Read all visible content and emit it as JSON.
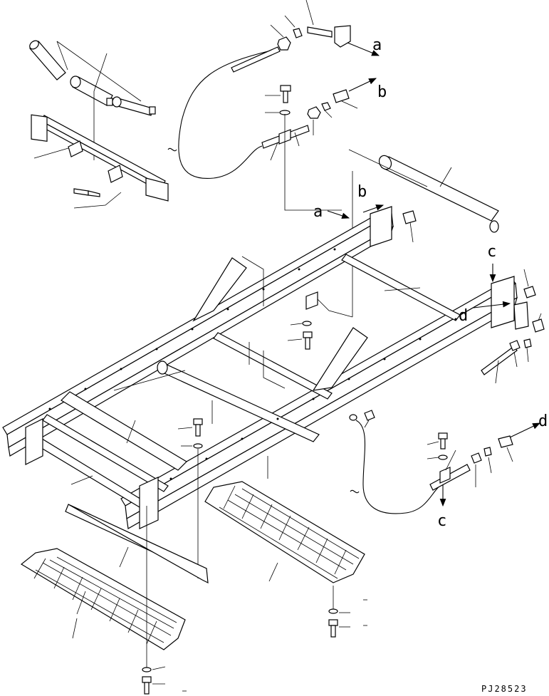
{
  "diagram": {
    "connection_labels": {
      "a_top": "a",
      "b_top": "b",
      "a_mid": "a",
      "b_mid": "b",
      "c_top": "c",
      "d_mid": "d",
      "d_right": "d",
      "c_bottom": "c"
    },
    "drawing_code": "PJ28523"
  }
}
